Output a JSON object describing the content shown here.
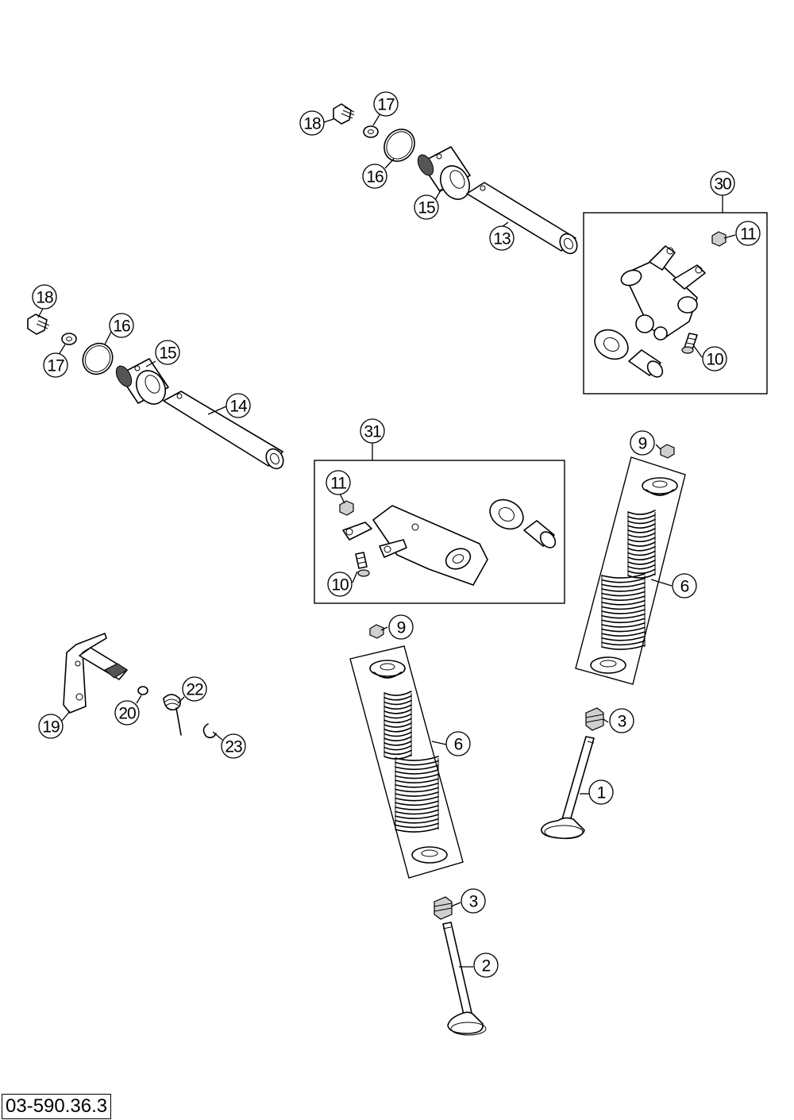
{
  "diagram": {
    "code": "03-590.36.3",
    "callouts": [
      {
        "id": "c1",
        "label": "1"
      },
      {
        "id": "c2",
        "label": "2"
      },
      {
        "id": "c3a",
        "label": "3"
      },
      {
        "id": "c3b",
        "label": "3"
      },
      {
        "id": "c6a",
        "label": "6"
      },
      {
        "id": "c6b",
        "label": "6"
      },
      {
        "id": "c9a",
        "label": "9"
      },
      {
        "id": "c9b",
        "label": "9"
      },
      {
        "id": "c10a",
        "label": "10"
      },
      {
        "id": "c10b",
        "label": "10"
      },
      {
        "id": "c11a",
        "label": "11"
      },
      {
        "id": "c11b",
        "label": "11"
      },
      {
        "id": "c13",
        "label": "13"
      },
      {
        "id": "c14",
        "label": "14"
      },
      {
        "id": "c15a",
        "label": "15"
      },
      {
        "id": "c15b",
        "label": "15"
      },
      {
        "id": "c16a",
        "label": "16"
      },
      {
        "id": "c16b",
        "label": "16"
      },
      {
        "id": "c17a",
        "label": "17"
      },
      {
        "id": "c17b",
        "label": "17"
      },
      {
        "id": "c18a",
        "label": "18"
      },
      {
        "id": "c18b",
        "label": "18"
      },
      {
        "id": "c19",
        "label": "19"
      },
      {
        "id": "c20",
        "label": "20"
      },
      {
        "id": "c22",
        "label": "22"
      },
      {
        "id": "c23",
        "label": "23"
      },
      {
        "id": "c30",
        "label": "30"
      },
      {
        "id": "c31",
        "label": "31"
      }
    ]
  }
}
